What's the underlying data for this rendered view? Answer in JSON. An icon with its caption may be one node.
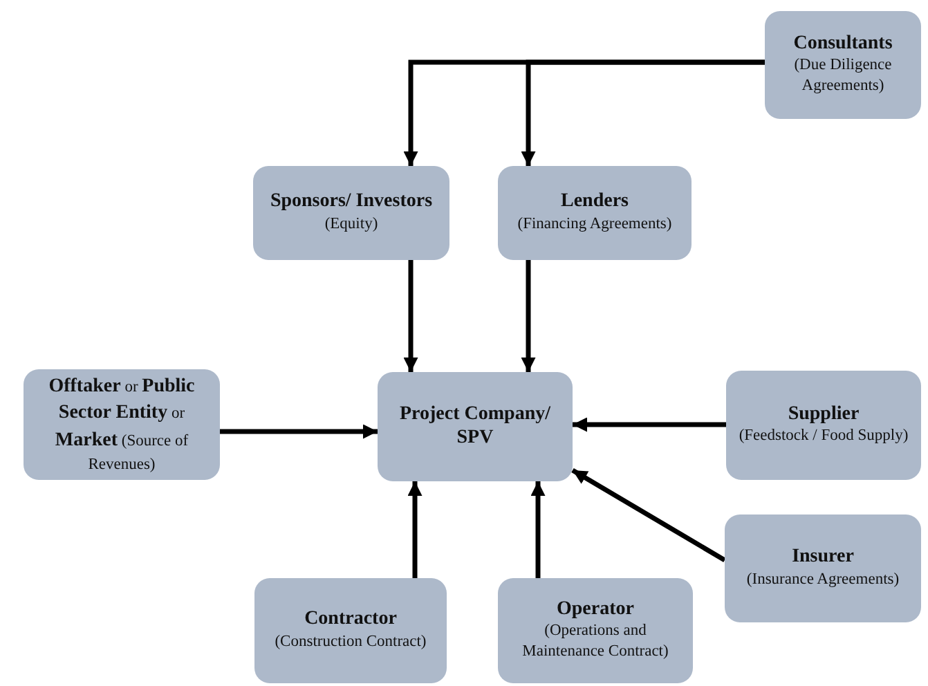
{
  "diagram": {
    "nodes": [
      {
        "text": [
          "Consultants",
          "(Due Diligence Agreements)"
        ]
      },
      {
        "text": [
          "Sponsors/ Investors",
          "(Equity)"
        ]
      },
      {
        "text": [
          "Lenders",
          "(Financing Agreements)"
        ]
      },
      {
        "text": [
          "**Offtaker** or **Public Sector Entity** or **Market** (Source of Revenues)"
        ]
      },
      {
        "text": [
          "Project Company/ SPV"
        ]
      },
      {
        "text": [
          "Supplier",
          "(Feedstock / Food Supply)"
        ]
      },
      {
        "text": [
          "Insurer",
          "(Insurance Agreements)"
        ]
      },
      {
        "text": [
          "Contractor",
          "(Construction Contract)"
        ]
      },
      {
        "text": [
          "Operator",
          "(Operations and Maintenance Contract)"
        ]
      }
    ],
    "edges": [
      {
        "from": 0,
        "to": 1,
        "arrow": "to"
      },
      {
        "from": 0,
        "to": 2,
        "arrow": "to"
      },
      {
        "from": 1,
        "to": 4,
        "arrow": "to"
      },
      {
        "from": 2,
        "to": 4,
        "arrow": "to"
      },
      {
        "from": 3,
        "to": 4,
        "arrow": "to"
      },
      {
        "from": 5,
        "to": 4,
        "arrow": "to"
      },
      {
        "from": 6,
        "to": 4,
        "arrow": "to"
      },
      {
        "from": 7,
        "to": 4,
        "arrow": "to"
      },
      {
        "from": 8,
        "to": 4,
        "arrow": "to"
      }
    ]
  }
}
